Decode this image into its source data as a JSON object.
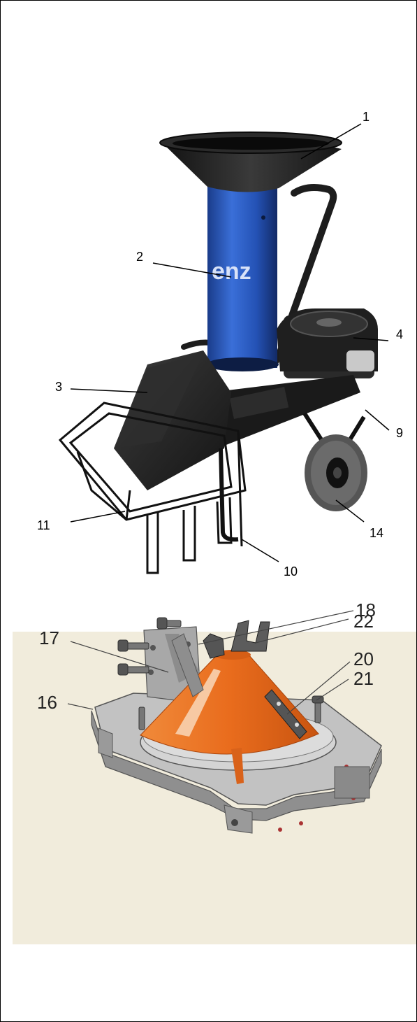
{
  "diagram1": {
    "brand_text": "enz",
    "labels": [
      {
        "id": "1",
        "text": "1"
      },
      {
        "id": "2",
        "text": "2"
      },
      {
        "id": "3",
        "text": "3"
      },
      {
        "id": "4",
        "text": "4"
      },
      {
        "id": "9",
        "text": "9"
      },
      {
        "id": "11",
        "text": "11"
      },
      {
        "id": "14",
        "text": "14"
      },
      {
        "id": "10",
        "text": "10"
      }
    ]
  },
  "diagram2": {
    "panel_color": "#f1ecdc",
    "cone_color": "#e96c1d",
    "labels": [
      {
        "id": "18",
        "text": "18"
      },
      {
        "id": "22",
        "text": "22"
      },
      {
        "id": "17",
        "text": "17"
      },
      {
        "id": "20",
        "text": "20"
      },
      {
        "id": "21",
        "text": "21"
      },
      {
        "id": "16",
        "text": "16"
      }
    ]
  }
}
